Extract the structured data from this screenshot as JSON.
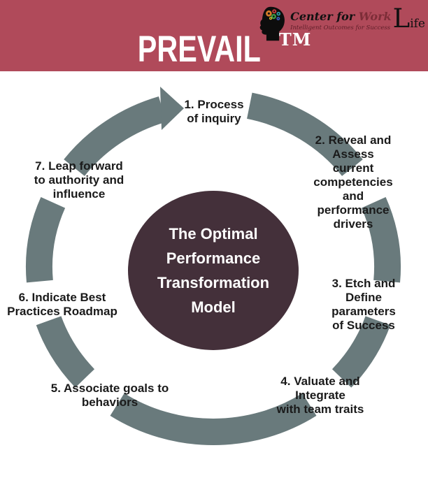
{
  "header": {
    "title": "PREVAIL",
    "trademark": "TM",
    "logo": {
      "name_prefix": "Center for ",
      "name_accent": "Work",
      "name_big_letter": "L",
      "name_rest": "ife",
      "tagline": "Intelligent Outcomes for Success"
    }
  },
  "diagram": {
    "center_circle": {
      "text": "The Optimal\nPerformance\nTransformation\nModel"
    },
    "steps": [
      {
        "number": 1,
        "text": "1. Process\nof inquiry"
      },
      {
        "number": 2,
        "text": "2. Reveal and Assess\ncurrent competencies\nand performance drivers"
      },
      {
        "number": 3,
        "text": "3. Etch and Define\nparameters of Success"
      },
      {
        "number": 4,
        "text": "4. Valuate and Integrate\nwith team traits"
      },
      {
        "number": 5,
        "text": "5. Associate goals to\nbehaviors"
      },
      {
        "number": 6,
        "text": "6. Indicate Best\nPractices Roadmap"
      },
      {
        "number": 7,
        "text": "7. Leap forward\nto authority and\ninfluence"
      }
    ]
  },
  "colors": {
    "banner": "#b04a5a",
    "ring": "#697a7c",
    "center_circle": "#44303a",
    "accent_text": "#7d2d38",
    "label_text": "#1a1a1a"
  }
}
